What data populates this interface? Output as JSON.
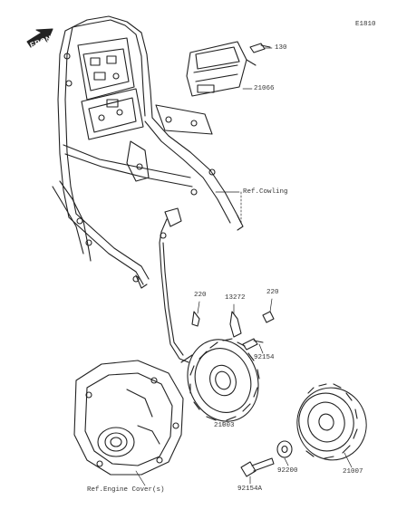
{
  "diagram_code": "E1810",
  "front_label": "FRONT",
  "parts": {
    "p130": "130",
    "p21066": "21066",
    "ref_cowling": "Ref.Cowling",
    "p220_left": "220",
    "p13272": "13272",
    "p220_right": "220",
    "p92154": "92154",
    "p21003": "21003",
    "p21007": "21007",
    "p92200": "92200",
    "p92154a": "92154A",
    "ref_engine_cover": "Ref.Engine Cover(s)"
  }
}
